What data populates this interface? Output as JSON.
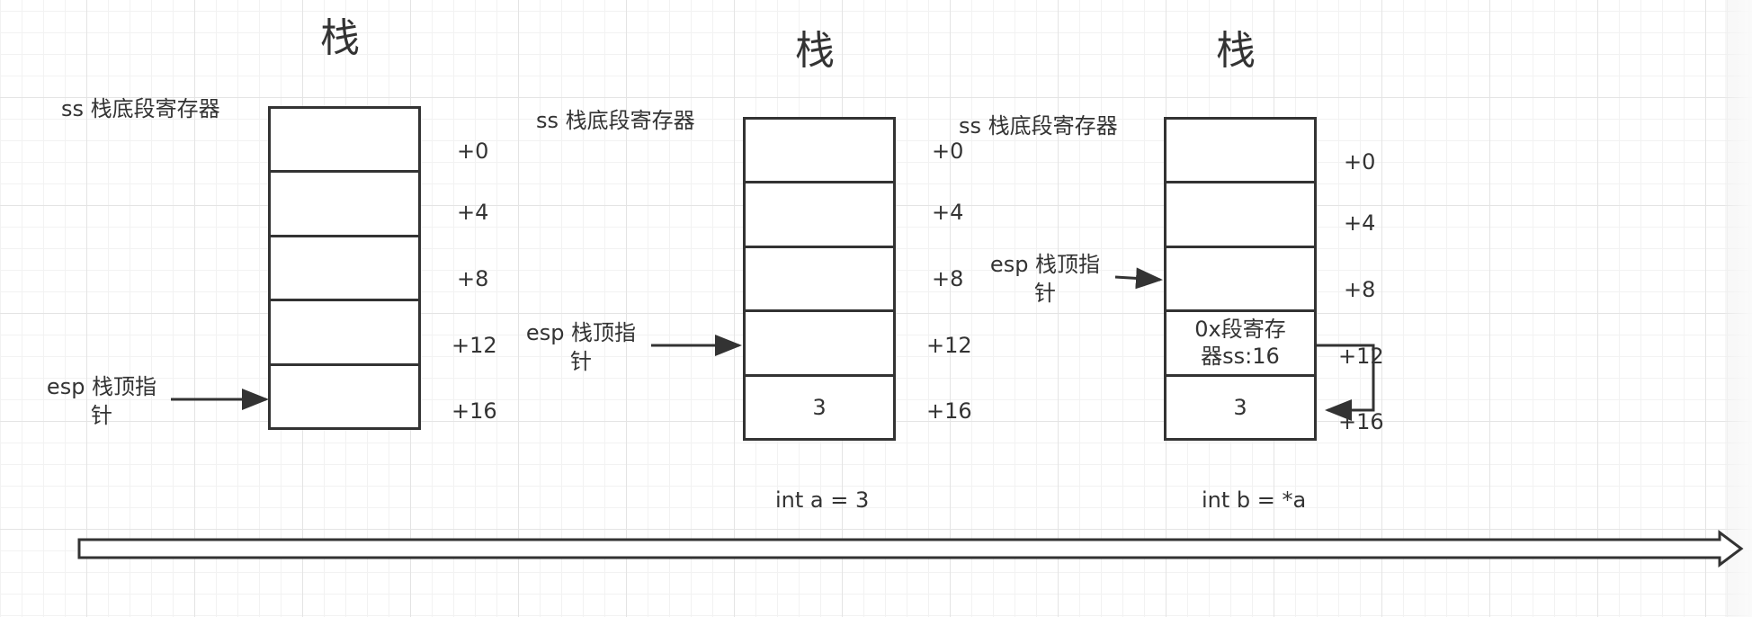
{
  "stacks": [
    {
      "title": "栈",
      "ss_label": "ss 栈底段寄存器",
      "esp_line1": "esp 栈顶指",
      "esp_line2": "针",
      "slots": [
        "",
        "",
        "",
        "",
        ""
      ],
      "offsets": [
        "+0",
        "+4",
        "+8",
        "+12",
        "+16"
      ],
      "caption": ""
    },
    {
      "title": "栈",
      "ss_label": "ss 栈底段寄存器",
      "esp_line1": "esp 栈顶指",
      "esp_line2": "针",
      "slots": [
        "",
        "",
        "",
        "",
        "3"
      ],
      "offsets": [
        "+0",
        "+4",
        "+8",
        "+12",
        "+16"
      ],
      "caption": "int a = 3"
    },
    {
      "title": "栈",
      "ss_label": "ss 栈底段寄存器",
      "esp_line1": "esp 栈顶指",
      "esp_line2": "针",
      "slots": [
        "",
        "",
        "",
        "0x段寄存\n器ss:16",
        "3"
      ],
      "offsets": [
        "+0",
        "+4",
        "+8",
        "+12",
        "+16"
      ],
      "caption": "int b =  *a"
    }
  ],
  "colors": {
    "stroke": "#333333",
    "grid": "#e4e4e4",
    "background": "#ffffff"
  }
}
